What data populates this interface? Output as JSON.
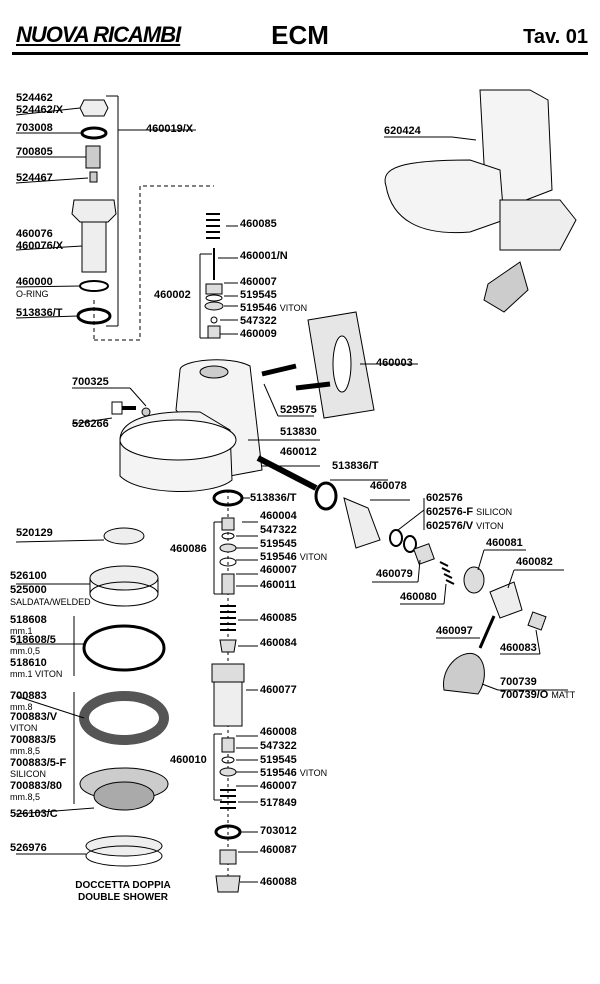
{
  "header": {
    "brand": "NUOVA RICAMBI",
    "model": "ECM",
    "table": "Tav. 01"
  },
  "parts": {
    "p524462": "524462",
    "p524462x": "524462/X",
    "p703008": "703008",
    "p700805": "700805",
    "p524467": "524467",
    "p460076": "460076",
    "p460076x": "460076/X",
    "p460000": "460000",
    "oring": "O-RING",
    "p513836t_a": "513836/T",
    "p460019x": "460019/X",
    "p620424": "620424",
    "p460085_a": "460085",
    "p460001n": "460001/N",
    "p460007_a": "460007",
    "p460002": "460002",
    "p519545_a": "519545",
    "p519546_a": "519546",
    "viton_a": "VITON",
    "p547322_a": "547322",
    "p460009": "460009",
    "p460003": "460003",
    "p700325": "700325",
    "p526266": "526266",
    "p529575": "529575",
    "p513830": "513830",
    "p460012": "460012",
    "p513836t_b": "513836/T",
    "p460078": "460078",
    "p513836t_c": "513836/T",
    "p602576": "602576",
    "p602576f": "602576-F",
    "silicon_a": "SILICON",
    "p602576v": "602576/V",
    "viton_b": "VITON",
    "p520129": "520129",
    "p460004": "460004",
    "p547322_b": "547322",
    "p460086": "460086",
    "p519545_b": "519545",
    "p519546_b": "519546",
    "viton_c": "VITON",
    "p460007_b": "460007",
    "p460011": "460011",
    "p460081": "460081",
    "p460079": "460079",
    "p460082": "460082",
    "p460080": "460080",
    "p526100": "526100",
    "p525000": "525000",
    "saldata": "SALDATA/WELDED",
    "p460085_b": "460085",
    "p518608": "518608",
    "mm1": "mm.1",
    "p518608_5": "518608/5",
    "mm05": "mm.0,5",
    "p518610": "518610",
    "mm1viton": "mm.1 VITON",
    "p460084": "460084",
    "p460097": "460097",
    "p460083": "460083",
    "p460077": "460077",
    "p700739": "700739",
    "p700739o": "700739/O",
    "matt": "MATT",
    "p700883": "700883",
    "mm8": "mm.8",
    "p700883v": "700883/V",
    "viton_d": "VITON",
    "p700883_5": "700883/5",
    "mm85a": "mm.8,5",
    "p700883_5f": "700883/5-F",
    "silicon_b": "SILICON",
    "p700883_80": "700883/80",
    "mm85b": "mm.8,5",
    "p526103c": "526103/C",
    "p460008": "460008",
    "p547322_c": "547322",
    "p460010": "460010",
    "p519545_c": "519545",
    "p519546_c": "519546",
    "viton_e": "VITON",
    "p460007_c": "460007",
    "p517849": "517849",
    "p703012": "703012",
    "p460087": "460087",
    "p526976": "526976",
    "p460088": "460088",
    "doccetta": "DOCCETTA DOPPIA",
    "shower": "DOUBLE SHOWER"
  }
}
